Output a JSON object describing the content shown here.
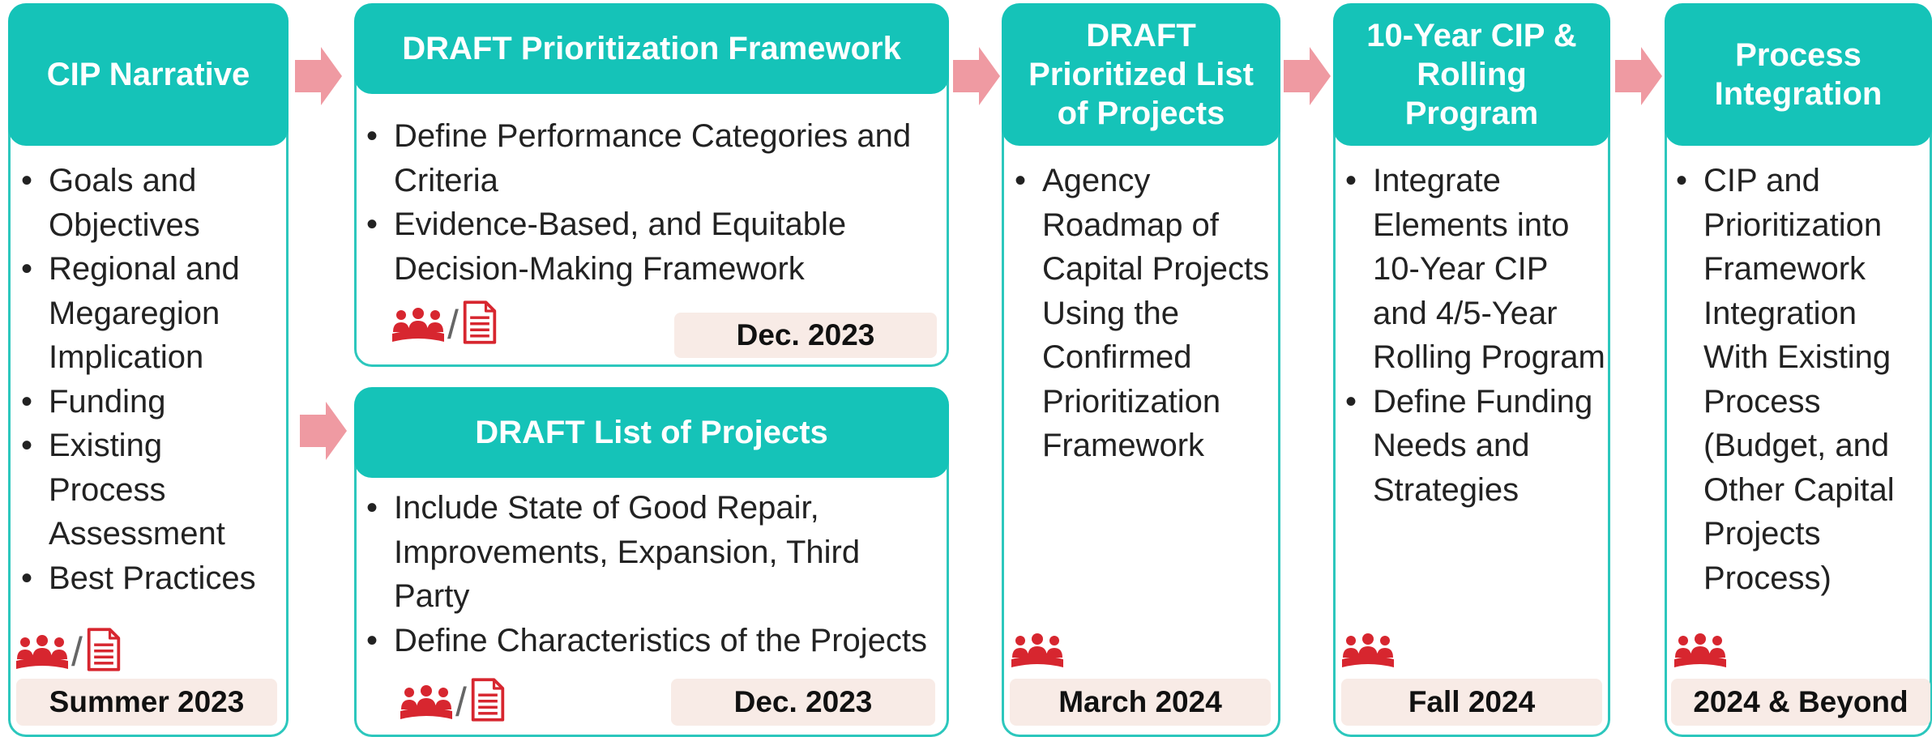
{
  "colors": {
    "header": "#15c3b8",
    "border": "#2cc7bd",
    "arrow": "#ef9aa2",
    "icon": "#d7262f",
    "date_bg": "#f8ebe6"
  },
  "icons": [
    "people-icon",
    "document-icon"
  ],
  "separator": "/",
  "steps": [
    {
      "title_lines": [
        "CIP Narrative"
      ],
      "bullets": [
        "Goals and Objectives",
        "Regional and Megaregion Implication",
        "Funding",
        "Existing Process Assessment",
        "Best Practices"
      ],
      "date": "Summer 2023"
    },
    {
      "title_lines": [
        "DRAFT Prioritization Framework"
      ],
      "bullets": [
        "Define Performance Categories and Criteria",
        "Evidence-Based, and Equitable Decision-Making Framework"
      ],
      "date": "Dec. 2023"
    },
    {
      "title_lines": [
        "DRAFT List of Projects"
      ],
      "bullets": [
        "Include State of Good Repair, Improvements, Expansion, Third Party",
        "Define Characteristics of the Projects"
      ],
      "date": "Dec. 2023"
    },
    {
      "title_lines": [
        "DRAFT",
        "Prioritized List",
        "of Projects"
      ],
      "bullets": [
        "Agency Roadmap of Capital Projects Using the Confirmed Prioritization Framework"
      ],
      "date": "March 2024"
    },
    {
      "title_lines": [
        "10-Year CIP &",
        "Rolling",
        "Program"
      ],
      "bullets": [
        "Integrate Elements into 10-Year CIP and 4/5-Year Rolling Program",
        "Define Funding Needs and Strategies"
      ],
      "date": "Fall 2024"
    },
    {
      "title_lines": [
        "Process",
        "Integration"
      ],
      "bullets": [
        "CIP and Prioritization Framework Integration With Existing Process (Budget, and Other Capital Projects Process)"
      ],
      "date": "2024 & Beyond"
    }
  ]
}
